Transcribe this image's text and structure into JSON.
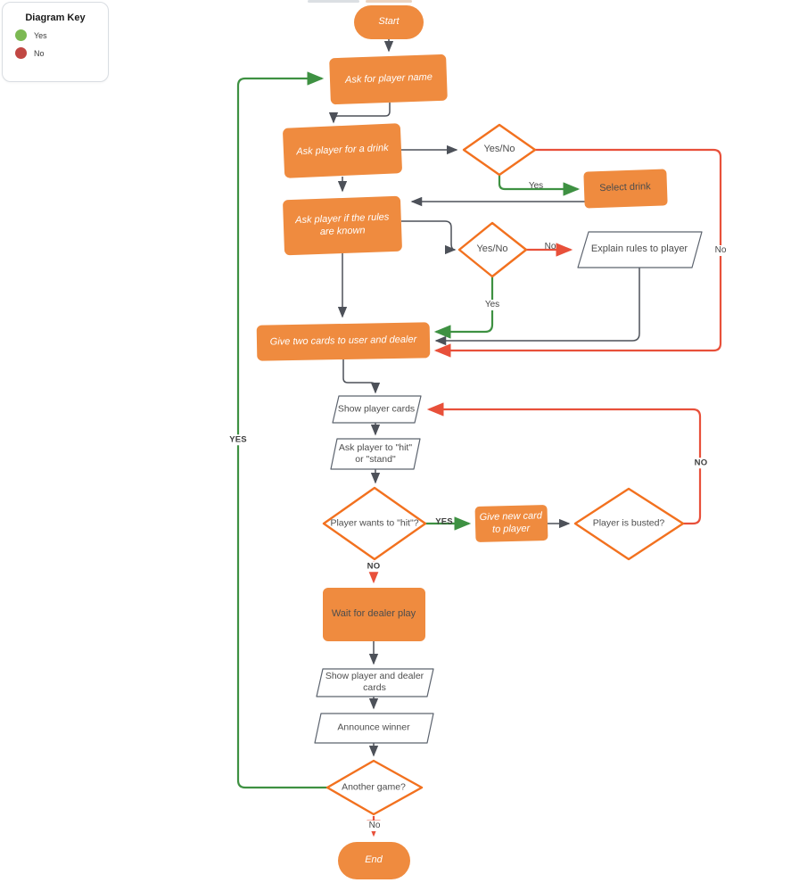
{
  "legend": {
    "title": "Diagram Key",
    "items": [
      {
        "label": "Yes",
        "color": "#7CB953"
      },
      {
        "label": "No",
        "color": "#C14743"
      }
    ]
  },
  "colors": {
    "node_fill": "#EF8B3F",
    "diamond_border": "#F2711F",
    "line_dark": "#4D5159",
    "line_green": "#3E9142",
    "line_red": "#E8503A",
    "io_border": "#5C636E",
    "text_dark": "#4D4D4D",
    "text_light": "#FFFFFF"
  },
  "nodes": {
    "start": "Start",
    "ask_name": "Ask for player name",
    "ask_drink": "Ask player for a drink",
    "drink_decision": "Yes/No",
    "select_drink": "Select drink",
    "ask_rules": "Ask player if the rules are known",
    "rules_decision": "Yes/No",
    "explain_rules": "Explain rules to player",
    "give_two_cards": "Give two cards to user and dealer",
    "show_player_cards": "Show player cards",
    "ask_hit_stand": "Ask player to \"hit\" or \"stand\"",
    "hit_decision": "Player wants to \"hit\"?",
    "give_new_card": "Give new card to player",
    "busted_decision": "Player is busted?",
    "wait_dealer": "Wait for dealer play",
    "show_both_cards": "Show player and dealer cards",
    "announce_winner": "Announce winner",
    "another_game": "Another game?",
    "end": "End"
  },
  "edge_labels": {
    "drink_yes": "Yes",
    "drink_no": "No",
    "rules_no": "No",
    "rules_yes": "Yes",
    "hit_yes": "YES",
    "hit_no": "NO",
    "busted_no": "NO",
    "another_yes": "YES",
    "another_no": "No"
  }
}
